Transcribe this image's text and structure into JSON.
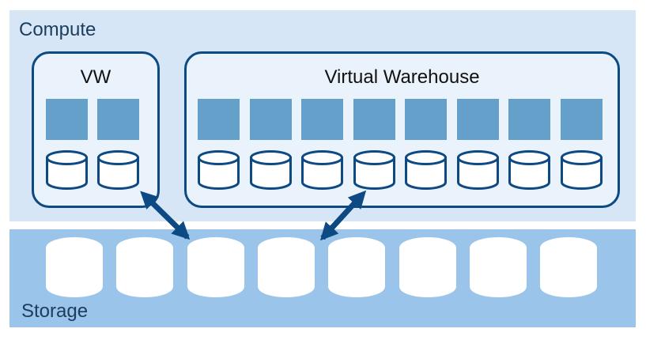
{
  "compute": {
    "label": "Compute",
    "warehouses": [
      {
        "title": "VW",
        "nodes": 2
      },
      {
        "title": "Virtual Warehouse",
        "nodes": 8
      }
    ]
  },
  "storage": {
    "label": "Storage",
    "volumes": 8
  },
  "colors": {
    "compute_layer": "#d6e6f6",
    "storage_layer": "#9ac4ea",
    "warehouse_border": "#0d4a84",
    "warehouse_fill": "#eaf2fc",
    "compute_node": "#65a0cb",
    "cylinder_stroke": "#0d4a84",
    "storage_cylinder_stroke": "#ffffff",
    "arrow": "#0d4a84"
  }
}
